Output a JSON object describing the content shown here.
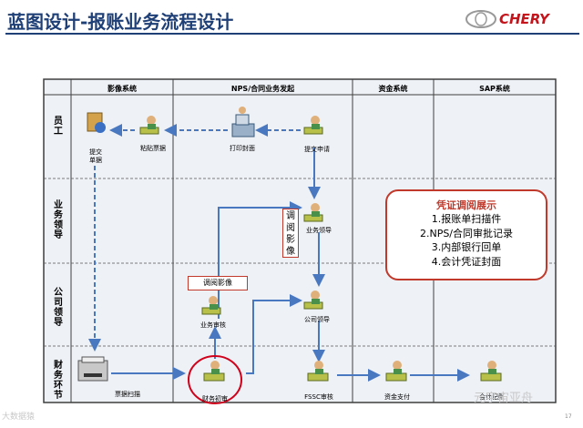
{
  "header": {
    "title": "蓝图设计-报账业务流程设计",
    "logo_text": "CHERY",
    "brand_color": "#1f3f77",
    "logo_color": "#c4141c"
  },
  "columns": [
    "影像系统",
    "NPS/合同业务发起",
    "资金系统",
    "SAP系统"
  ],
  "rows": [
    "员工",
    "业务领导",
    "公司领导",
    "财务环节"
  ],
  "nodes": {
    "submit_doc": "提交\n单据",
    "paste_bill": "粘贴票据",
    "print_cover": "打印封面",
    "submit_apply": "提交申请",
    "biz_leader": "业务领导",
    "biz_review": "业务审核",
    "company_leader": "公司领导",
    "bill_scan": "票据扫描",
    "finance_first_review": "财务初审",
    "fssc_review": "FSSC审核",
    "fund_payment": "资金支付",
    "accounting_entry": "会计记账"
  },
  "tags": {
    "view_image_vertical": "调阅影像",
    "view_image_horizontal": "调阅影像"
  },
  "callout": {
    "title": "凭证调阅展示",
    "items": [
      "1.报账单扫描件",
      "2.NPS/合同审批记录",
      "3.内部银行回单",
      "4.会计凭证封面"
    ],
    "color": "#c0392b"
  },
  "footer": {
    "left_watermark": "大数据猿",
    "right_watermark": "元宇宙亚舟",
    "page_number": "17"
  }
}
